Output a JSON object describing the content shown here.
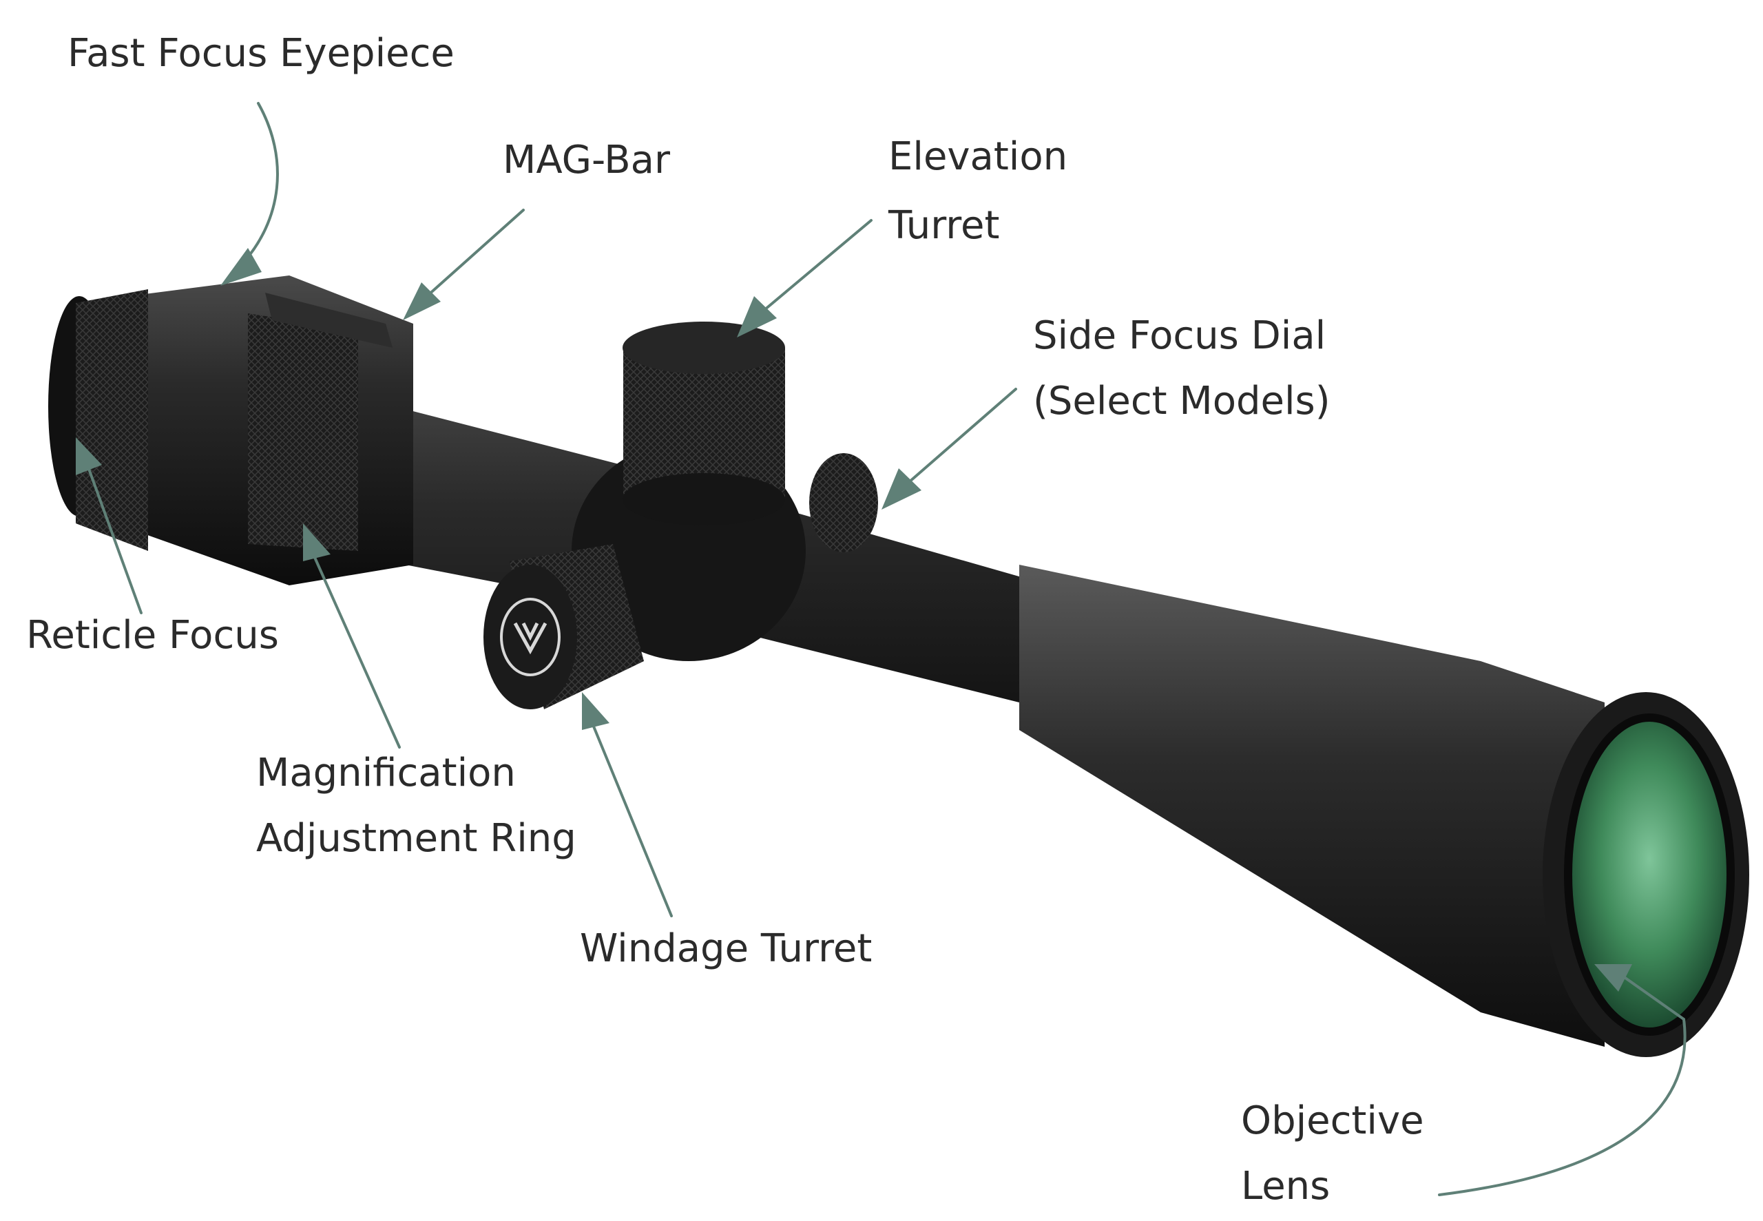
{
  "colors": {
    "background": "#ffffff",
    "label_text": "#2b2b2b",
    "arrow": "#5f8077",
    "scope_body": "#1a1a1a",
    "lens": "#3f8a5a"
  },
  "brand_icon": "vortex-v-logo-icon",
  "labels": {
    "fast_focus_eyepiece": "Fast Focus Eyepiece",
    "mag_bar": "MAG-Bar",
    "elevation_turret_line1": "Elevation",
    "elevation_turret_line2": "Turret",
    "side_focus_dial_line1": "Side Focus Dial",
    "side_focus_dial_line2": "(Select Models)",
    "reticle_focus": "Reticle Focus",
    "magnification_ring_line1": "Magnification",
    "magnification_ring_line2": "Adjustment Ring",
    "windage_turret": "Windage Turret",
    "objective_lens_line1": "Objective",
    "objective_lens_line2": "Lens"
  }
}
